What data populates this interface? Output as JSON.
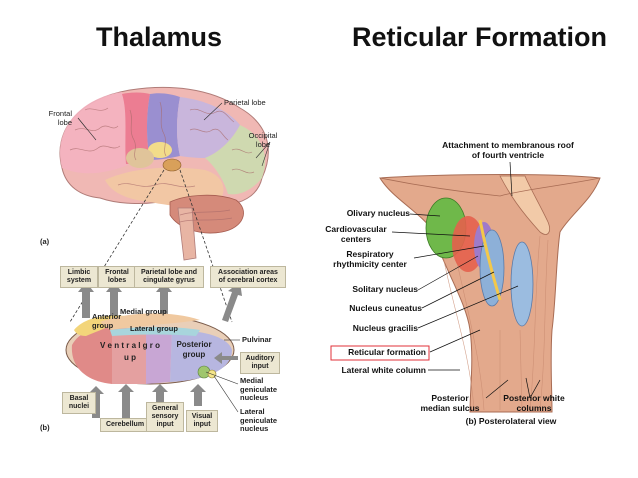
{
  "titles": {
    "left": "Thalamus",
    "right": "Reticular Formation"
  },
  "brain": {
    "frontal_lobe": "Frontal lobe",
    "parietal_lobe": "Parietal lobe",
    "occipital_lobe": "Occipital lobe",
    "panel_a": "(a)"
  },
  "thalamus": {
    "top_boxes": [
      "Limbic system",
      "Frontal lobes",
      "Parietal lobe and cingulate gyrus",
      "Association areas of cerebral cortex"
    ],
    "medial_group": "Medial group",
    "anterior_group": "Anterior group",
    "lateral_group": "Lateral group",
    "ventral_group": "V e n t r a l   g r o u p",
    "posterior_group": "Posterior group",
    "pulvinar": "Pulvinar",
    "auditory_input": "Auditory input",
    "medial_geniculate": "Medial geniculate nucleus",
    "lateral_geniculate": "Lateral geniculate nucleus",
    "bottom_boxes": [
      "Basal nuclei",
      "Cerebellum",
      "General sensory input",
      "Visual input"
    ],
    "panel_b": "(b)"
  },
  "reticular": {
    "attachment": "Attachment to membranous roof of fourth ventricle",
    "olivary": "Olivary nucleus",
    "cardiovascular": "Cardiovascular centers",
    "respiratory": "Respiratory rhythmicity center",
    "solitary": "Solitary nucleus",
    "cuneatus": "Nucleus cuneatus",
    "gracilis": "Nucleus gracilis",
    "reticular_formation": "Reticular formation",
    "lateral_white": "Lateral white column",
    "posterior_median": "Posterior median sulcus",
    "posterior_white": "Posterior white columns",
    "view": "(b) Posterolateral view"
  },
  "colors": {
    "highlight_box": "#e0303a",
    "label_bg": "#ece7d2"
  }
}
